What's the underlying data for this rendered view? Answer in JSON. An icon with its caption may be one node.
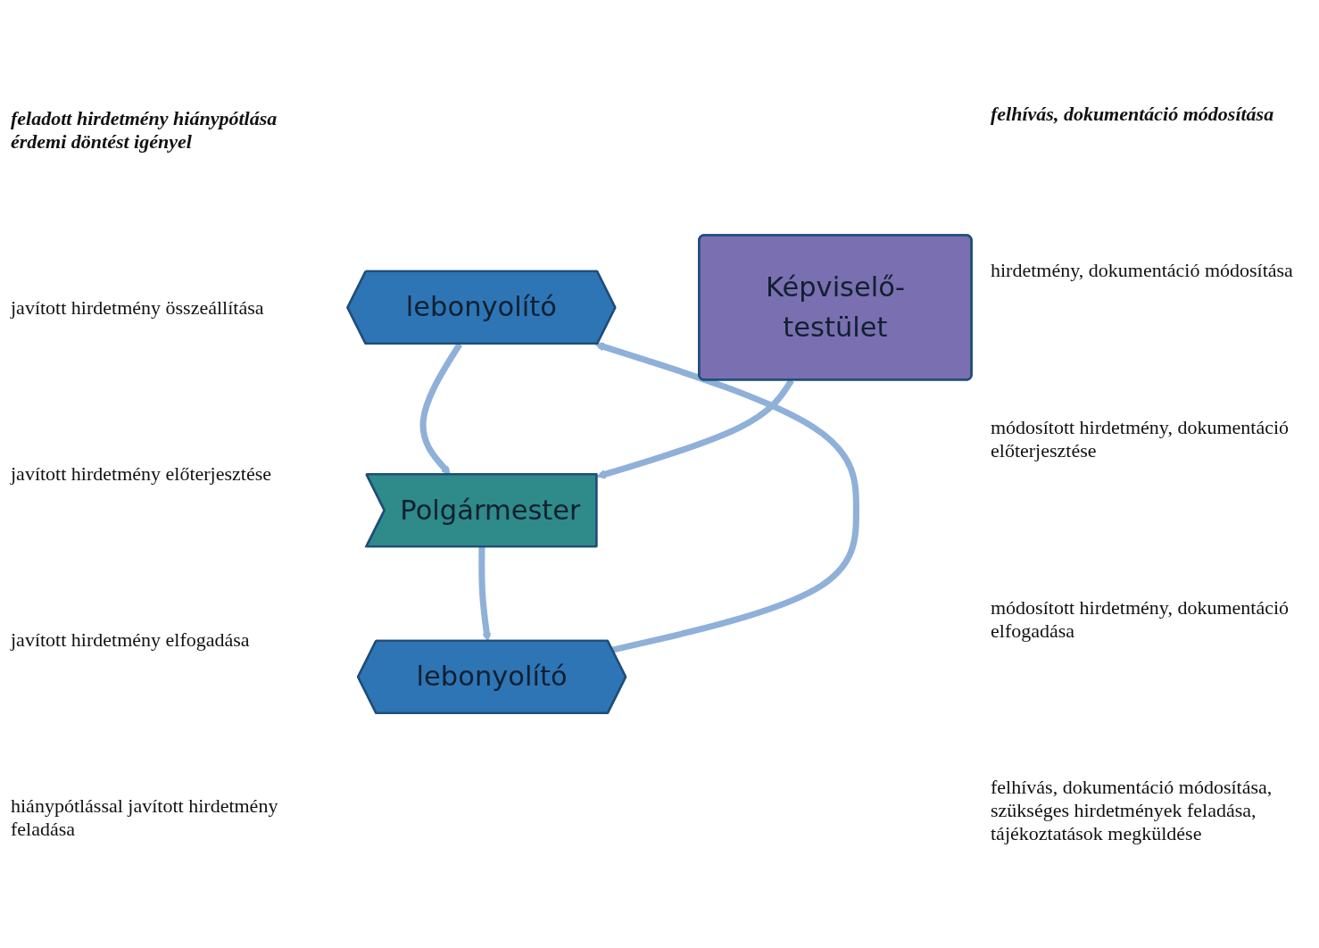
{
  "diagram": {
    "nodes": [
      {
        "text": [
          "lebonyolító"
        ]
      },
      {
        "text": [
          "Polgármester"
        ]
      },
      {
        "text": [
          "Képviselő-testület"
        ]
      },
      {
        "text": [
          "lebonyolító"
        ]
      }
    ],
    "edges": [
      {
        "from": 0,
        "to": 1,
        "arrow": "to"
      },
      {
        "from": 2,
        "to": 1,
        "arrow": "to"
      },
      {
        "from": 1,
        "to": 3,
        "arrow": "to"
      },
      {
        "from": 3,
        "to": 0,
        "arrow": "to"
      }
    ],
    "labels": [
      "feladott hirdetmény hiánypótlása érdemi döntést igényel",
      "felhívás, dokumentáció módosítása",
      "javított hirdetmény összeállítása",
      "hirdetmény, dokumentáció módosítása",
      "javított hirdetmény előterjesztése",
      "módosított hirdetmény, dokumentáció előterjesztése",
      "javított hirdetmény elfogadása",
      "módosított hirdetmény, dokumentáció elfogadása",
      "hiánypótlással javított hirdetmény feladása",
      "felhívás, dokumentáció módosítása, szükséges hirdetmények feladása, tájékoztatások megküldése"
    ]
  }
}
